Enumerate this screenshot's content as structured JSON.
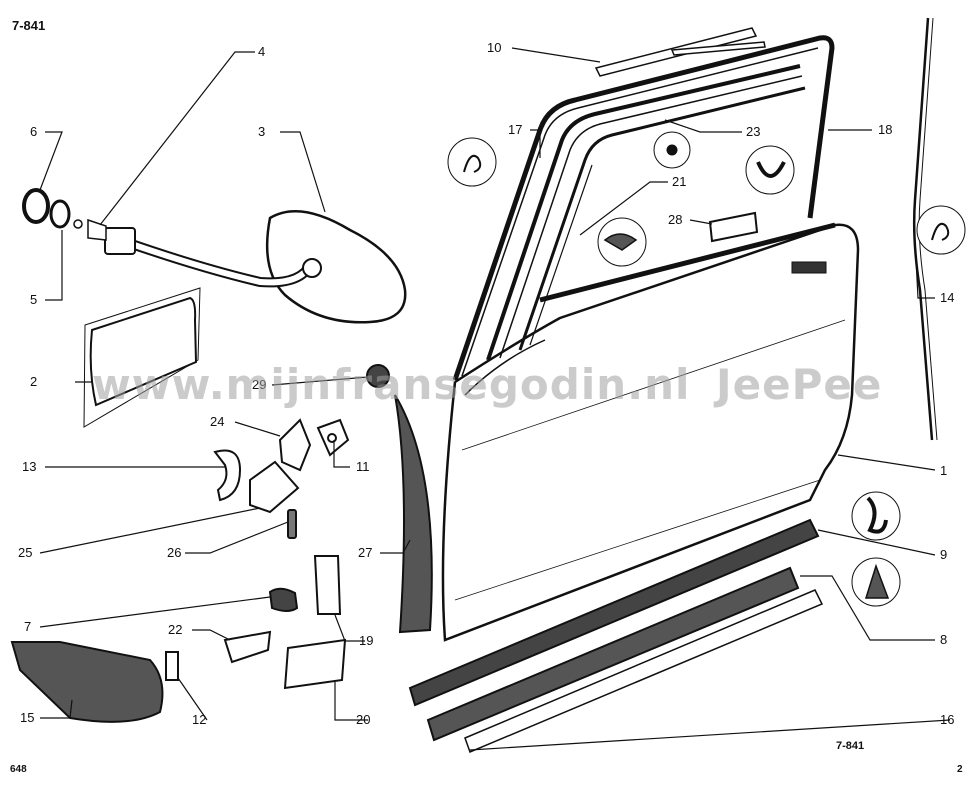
{
  "reference_top": "7-841",
  "reference_bottom": "7-841",
  "page_left": "648",
  "page_right": "2",
  "watermark": {
    "site": "www.mijnfransegodin.nl",
    "name": "JeePee"
  },
  "callouts": {
    "p1": "1",
    "p2": "2",
    "p3": "3",
    "p4": "4",
    "p5": "5",
    "p6": "6",
    "p7": "7",
    "p8": "8",
    "p9": "9",
    "p10": "10",
    "p11": "11",
    "p12": "12",
    "p13": "13",
    "p14": "14",
    "p15": "15",
    "p16": "16",
    "p17": "17",
    "p18": "18",
    "p19": "19",
    "p20": "20",
    "p21": "21",
    "p22": "22",
    "p23": "23",
    "p24": "24",
    "p25": "25",
    "p26": "26",
    "p27": "27",
    "p28": "28",
    "p29": "29"
  }
}
